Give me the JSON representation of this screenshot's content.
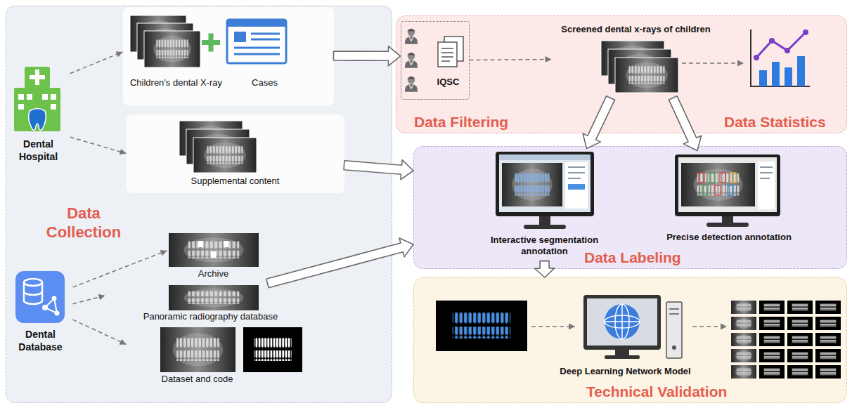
{
  "diagram": {
    "nodes": [
      {
        "text": [
          "Data Collection"
        ]
      },
      {
        "text": [
          "Dental Hospital"
        ],
        "in": 0
      },
      {
        "text": [
          "Children's dental X-ray",
          "Cases"
        ],
        "in": 0
      },
      {
        "text": [
          "Supplemental content"
        ],
        "in": 0
      },
      {
        "text": [
          "Dental Database"
        ],
        "in": 0
      },
      {
        "text": [
          "Archive"
        ],
        "in": 0
      },
      {
        "text": [
          "Panoramic radiography database"
        ],
        "in": 0
      },
      {
        "text": [
          "Dataset and code"
        ],
        "in": 0
      },
      {
        "text": [
          "Data Filtering",
          "Data Statistics"
        ]
      },
      {
        "text": [
          "IQSC"
        ],
        "in": 8
      },
      {
        "text": [
          "Screened dental x-rays of children"
        ],
        "in": 8
      },
      {
        "text": [
          "Data Labeling"
        ]
      },
      {
        "text": [
          "Interactive segmentation annotation"
        ],
        "in": 11
      },
      {
        "text": [
          "Precise detection annotation"
        ],
        "in": 11
      },
      {
        "text": [
          "Technical Validation"
        ]
      },
      {
        "text": [
          "Deep Learning Network Model"
        ],
        "in": 14
      }
    ],
    "edges": [
      {
        "from": 1,
        "to": 2,
        "arrow": "to"
      },
      {
        "from": 1,
        "to": 3,
        "arrow": "to"
      },
      {
        "from": 2,
        "to": 9,
        "arrow": "to"
      },
      {
        "from": 3,
        "to": 11,
        "arrow": "to"
      },
      {
        "from": 4,
        "to": 5,
        "arrow": "to"
      },
      {
        "from": 4,
        "to": 6,
        "arrow": "to"
      },
      {
        "from": 4,
        "to": 7,
        "arrow": "to"
      },
      {
        "from": 6,
        "to": 11,
        "arrow": "to"
      },
      {
        "from": 9,
        "to": 10,
        "arrow": "to"
      },
      {
        "from": 10,
        "to": 12,
        "arrow": "to"
      },
      {
        "from": 10,
        "to": 13,
        "arrow": "to"
      },
      {
        "from": 12,
        "to": 14,
        "arrow": "to"
      }
    ]
  }
}
